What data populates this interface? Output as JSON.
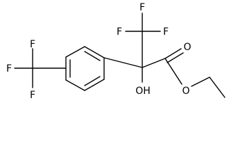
{
  "molecule": {
    "atom_labels": {
      "f_top_1": "F",
      "f_top_2": "F",
      "f_top_3": "F",
      "f_left_1": "F",
      "f_left_2": "F",
      "f_left_3": "F",
      "carbonyl_o": "O",
      "ester_o": "O",
      "hydroxyl": "OH"
    }
  }
}
